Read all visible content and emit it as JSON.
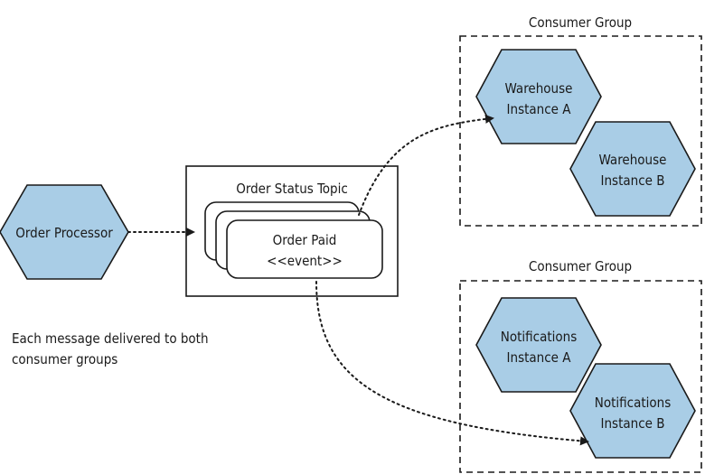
{
  "colors": {
    "hex_fill": "#a9cde6",
    "stroke": "#1a1a1a",
    "background": "#ffffff"
  },
  "producer": {
    "label": "Order Processor"
  },
  "topic": {
    "title": "Order Status Topic",
    "event_name": "Order Paid",
    "event_stereotype": "<<event>>"
  },
  "consumer_groups": [
    {
      "label": "Consumer Group",
      "instances": [
        {
          "line1": "Warehouse",
          "line2": "Instance A"
        },
        {
          "line1": "Warehouse",
          "line2": "Instance B"
        }
      ]
    },
    {
      "label": "Consumer Group",
      "instances": [
        {
          "line1": "Notifications",
          "line2": "Instance A"
        },
        {
          "line1": "Notifications",
          "line2": "Instance B"
        }
      ]
    }
  ],
  "note": {
    "line1": "Each message delivered to both",
    "line2": "consumer groups"
  }
}
